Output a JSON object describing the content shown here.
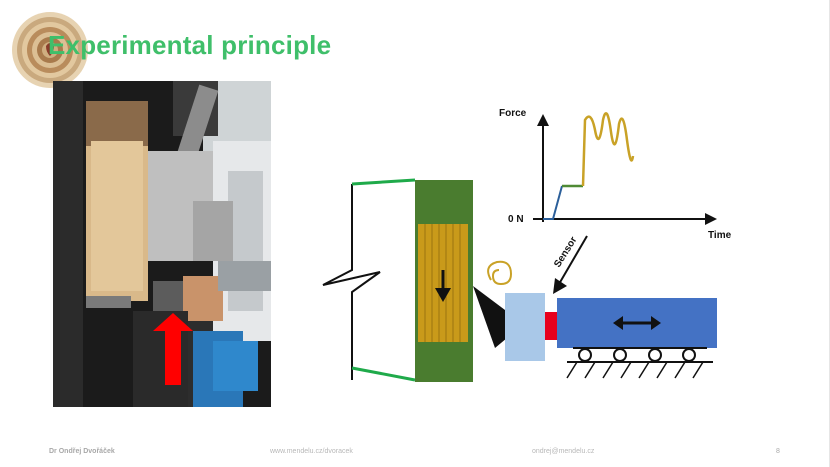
{
  "slide": {
    "title": "Experimental principle",
    "diagram": {
      "force_label": "Force",
      "zero_label": "0 N",
      "time_label": "Time",
      "sensor_label": "Sensor"
    },
    "footer": {
      "author": "Dr Ondřej Dvořáček",
      "website": "www.mendelu.cz/dvoracek",
      "email": "ondrej@mendelu.cz",
      "page": "8"
    }
  },
  "colors": {
    "title": "#3fbf6a",
    "wood_block": "#c99a1a",
    "green_frame": "#4a7c2f",
    "carriage": "#4472c4",
    "sensor_block": "#a9c8e8",
    "sensor_red": "#e8001c",
    "force_curve": "#c9a227",
    "red_arrow": "#ff0000"
  }
}
